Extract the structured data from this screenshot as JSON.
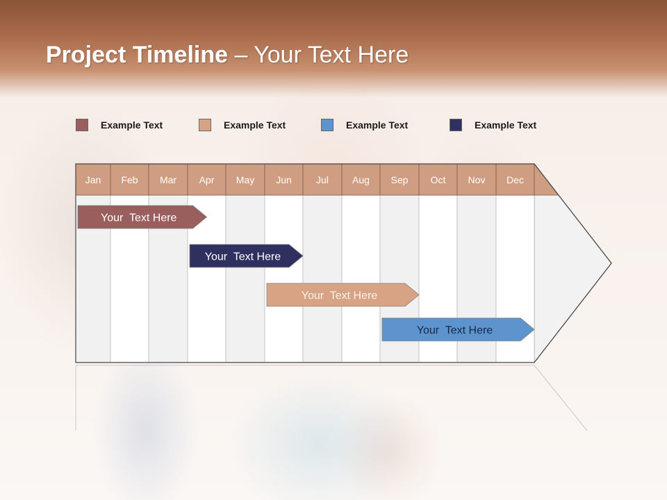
{
  "slide": {
    "title_bold": "Project Timeline",
    "title_rest": " – Your Text Here"
  },
  "legend": [
    {
      "label": "Example Text",
      "color": "#9a5f5c"
    },
    {
      "label": "Example Text",
      "color": "#d8a284"
    },
    {
      "label": "Example Text",
      "color": "#5e94cd"
    },
    {
      "label": "Example Text",
      "color": "#303060"
    }
  ],
  "timeline": {
    "months": [
      "Jan",
      "Feb",
      "Mar",
      "Apr",
      "May",
      "Jun",
      "Jul",
      "Aug",
      "Sep",
      "Oct",
      "Nov",
      "Dec"
    ],
    "header_color": "#cf9d82",
    "tasks": [
      {
        "label": "Your  Text Here",
        "start_month": 0.0,
        "end_month": 3.5,
        "color": "#9a5f5c",
        "text_color": "#ffffff"
      },
      {
        "label": "Your  Text Here",
        "start_month": 3.0,
        "end_month": 6.0,
        "color": "#303060",
        "text_color": "#ffffff"
      },
      {
        "label": "Your  Text Here",
        "start_month": 5.0,
        "end_month": 9.0,
        "color": "#d8a284",
        "text_color": "#fdf3ea"
      },
      {
        "label": "Your  Text Here",
        "start_month": 8.0,
        "end_month": 12.0,
        "color": "#5e94cd",
        "text_color": "#13294a"
      }
    ]
  }
}
